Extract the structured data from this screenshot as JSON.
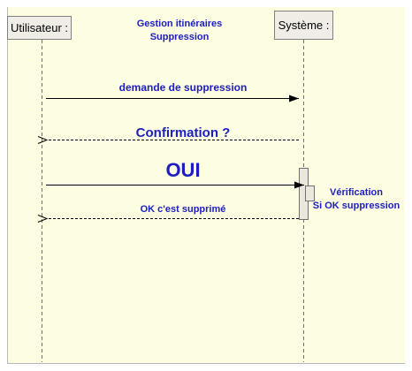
{
  "title": {
    "line1": "Gestion itinéraires",
    "line2": "Suppression"
  },
  "participants": [
    {
      "name": "Utilisateur :"
    },
    {
      "name": "Système :"
    }
  ],
  "messages": [
    {
      "label": "demande de suppression",
      "from": "Utilisateur :",
      "to": "Système :",
      "kind": "synchronous"
    },
    {
      "label": "Confirmation ?",
      "from": "Système :",
      "to": "Utilisateur :",
      "kind": "return"
    },
    {
      "label": "OUI",
      "from": "Utilisateur :",
      "to": "Système :",
      "kind": "synchronous"
    },
    {
      "label": "OK c'est supprimé",
      "from": "Système :",
      "to": "Utilisateur :",
      "kind": "return"
    }
  ],
  "self_activation_note": {
    "line1": "Vérification",
    "line2": "Si OK suppression"
  },
  "colors": {
    "background": "#fdfde2",
    "frame": "#b9b9b9",
    "header_box": "#f0ece6",
    "header_border": "#808080",
    "lifeline": "#707070",
    "activation_fill": "#ece7dc",
    "activation_border": "#707070",
    "label_blue": "#1d1ebf",
    "arrow": "#000000"
  }
}
